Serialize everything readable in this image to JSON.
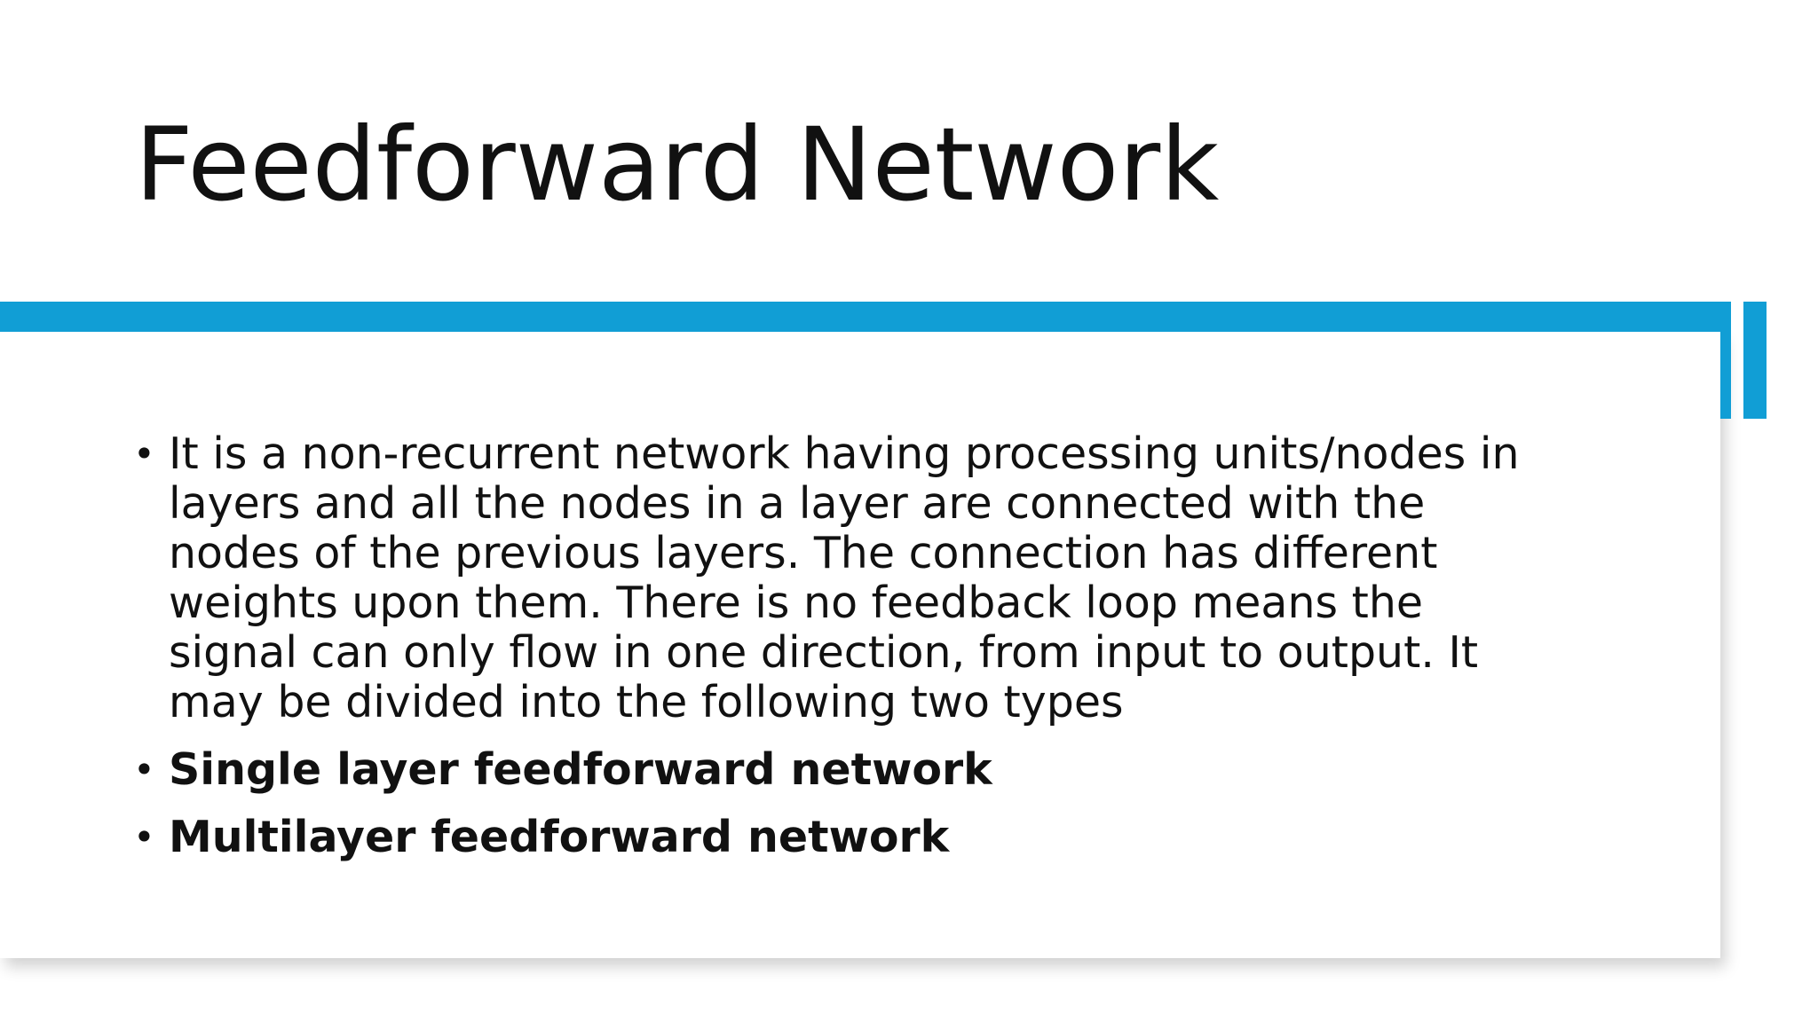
{
  "slide": {
    "title": "Feedforward Network",
    "accent_color": "#119ed5",
    "bullet_symbol": "•",
    "bullets": [
      {
        "lines": [
          "It is a non-recurrent network having processing units/nodes in",
          "layers and all the nodes in a layer are connected with the",
          "nodes of the previous layers. The connection has different",
          "weights upon them. There is no feedback loop means the",
          "signal can only flow in one direction, from input to output. It",
          "may be divided into the following two types"
        ],
        "bold": false
      },
      {
        "text": "Single layer feedforward network",
        "bold": true
      },
      {
        "text": "Multilayer feedforward network",
        "bold": true
      }
    ]
  }
}
